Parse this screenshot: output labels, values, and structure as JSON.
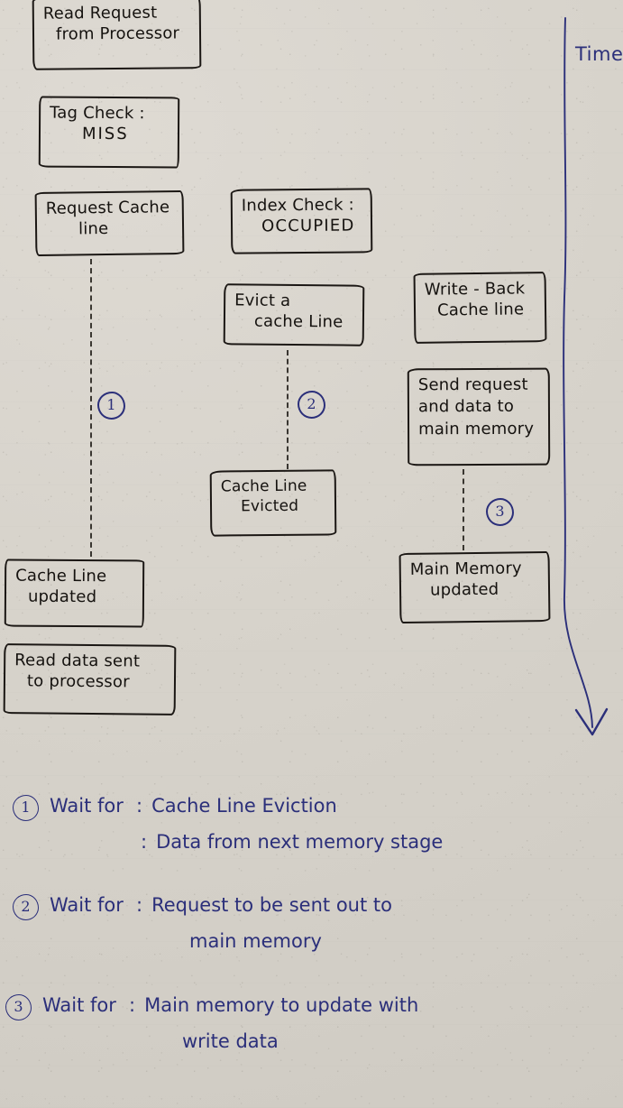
{
  "diagram": {
    "title_axis_label": "Time",
    "nodes": [
      {
        "id": "read-request",
        "lines": [
          "Read Request",
          "from Processor"
        ]
      },
      {
        "id": "tag-check",
        "lines": [
          "Tag  Check :",
          "MISS"
        ]
      },
      {
        "id": "request-cache-line",
        "lines": [
          "Request Cache",
          "line"
        ]
      },
      {
        "id": "index-check",
        "lines": [
          "Index Check :",
          "OCCUPIED"
        ]
      },
      {
        "id": "evict-cache-line",
        "lines": [
          "Evict a",
          "cache Line"
        ]
      },
      {
        "id": "write-back",
        "lines": [
          "Write - Back",
          "Cache line"
        ]
      },
      {
        "id": "send-request",
        "lines": [
          "Send request",
          "and data to",
          "main memory"
        ]
      },
      {
        "id": "cache-line-evicted",
        "lines": [
          "Cache Line",
          "Evicted"
        ]
      },
      {
        "id": "cache-line-updated",
        "lines": [
          "Cache Line",
          "updated"
        ]
      },
      {
        "id": "main-memory-updated",
        "lines": [
          "Main Memory",
          "updated"
        ]
      },
      {
        "id": "read-data-sent",
        "lines": [
          "Read data sent",
          "to processor"
        ]
      }
    ],
    "wait_markers": [
      "1",
      "2",
      "3"
    ],
    "ink_color": "#2b2f7a",
    "pencil_color": "#1b1714"
  },
  "legend": {
    "items": [
      {
        "number": "1",
        "label": "Wait for",
        "colon": ":",
        "lines": [
          "Cache Line Eviction",
          "Data from next memory stage"
        ],
        "second_colon": ":"
      },
      {
        "number": "2",
        "label": "Wait for",
        "colon": ":",
        "lines": [
          "Request to be sent out to",
          "main memory"
        ],
        "second_colon": ""
      },
      {
        "number": "3",
        "label": "Wait for",
        "colon": ":",
        "lines": [
          "Main memory to update with",
          "write data"
        ],
        "second_colon": ""
      }
    ]
  }
}
